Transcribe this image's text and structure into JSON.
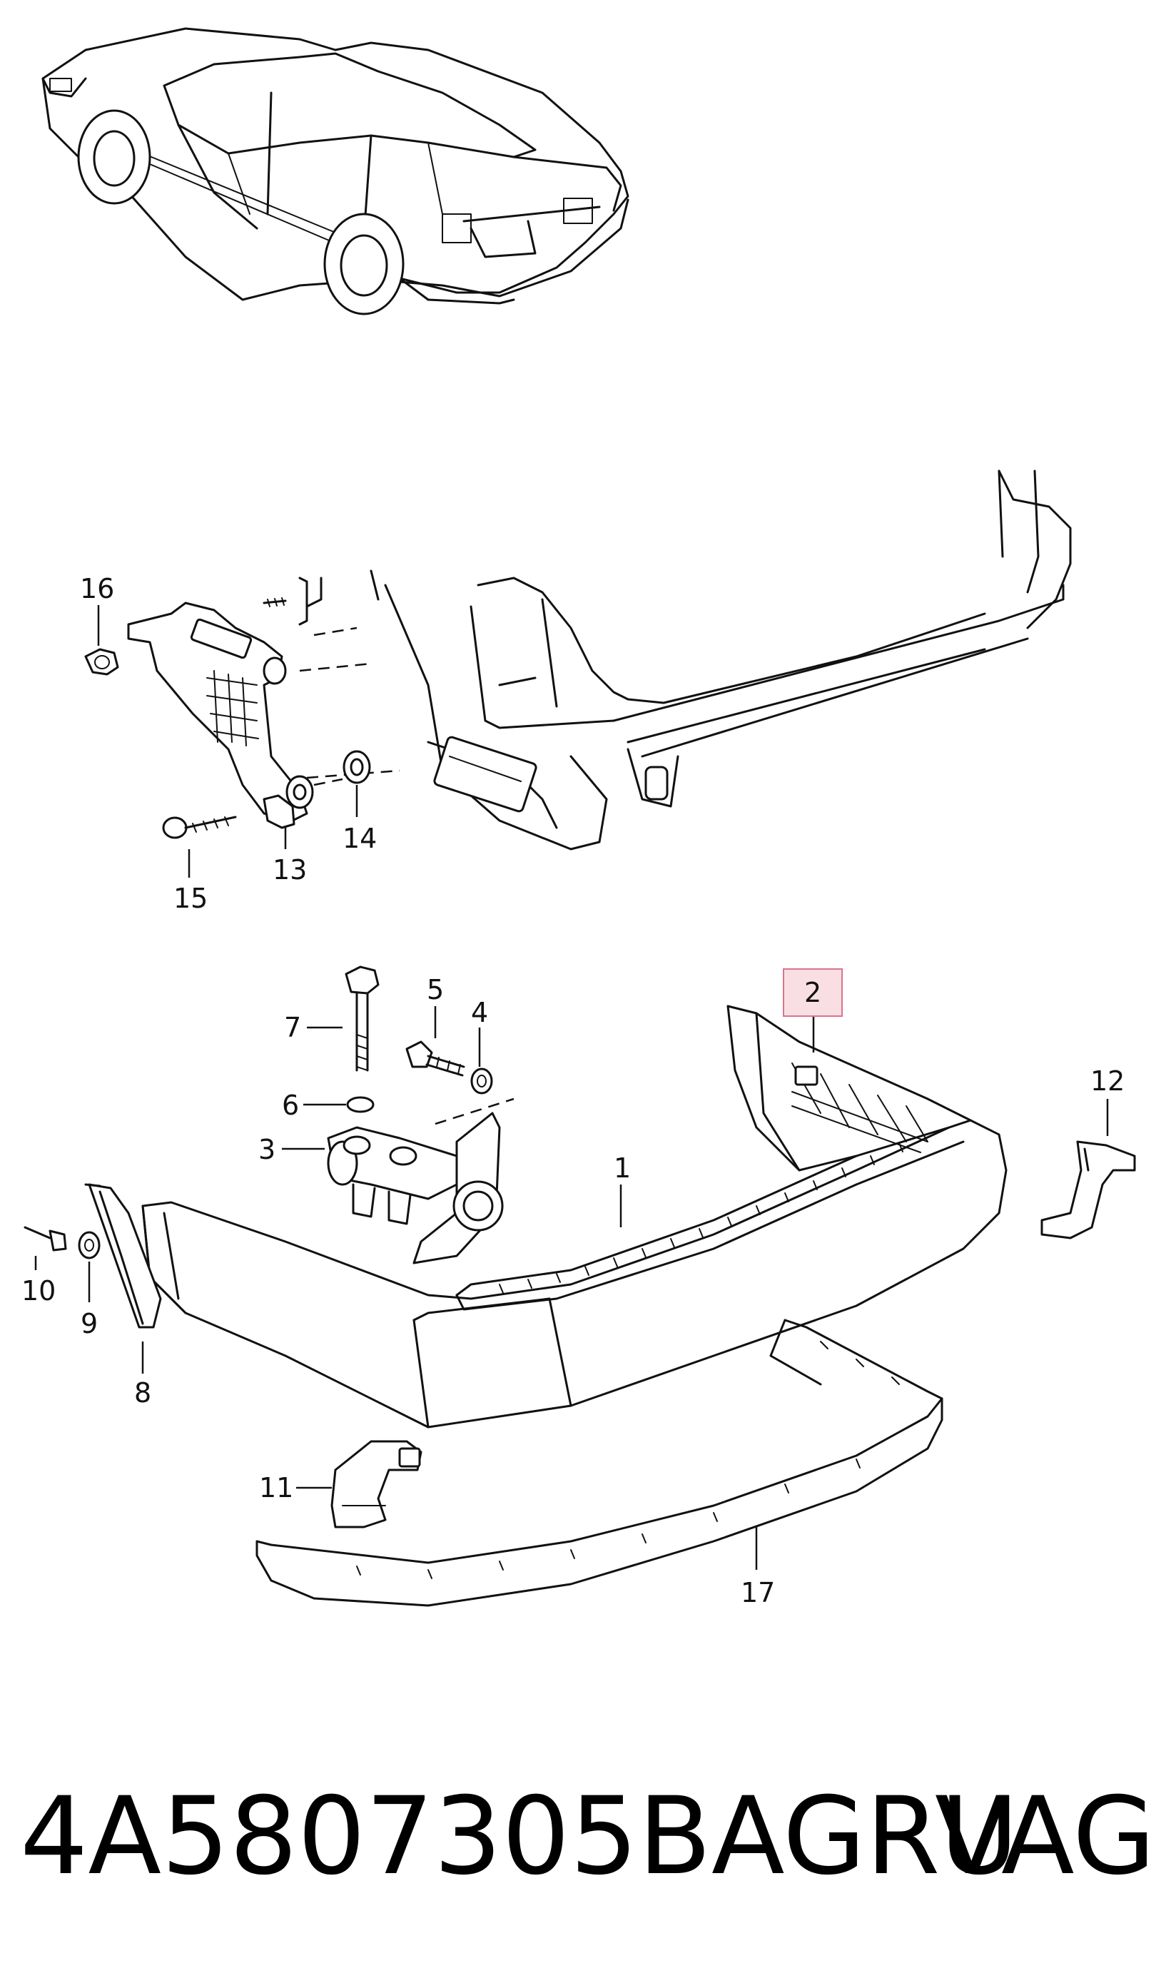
{
  "callouts": [
    {
      "id": "1",
      "label": "1"
    },
    {
      "id": "2",
      "label": "2",
      "highlighted": true
    },
    {
      "id": "3",
      "label": "3"
    },
    {
      "id": "4",
      "label": "4"
    },
    {
      "id": "5",
      "label": "5"
    },
    {
      "id": "6",
      "label": "6"
    },
    {
      "id": "7",
      "label": "7"
    },
    {
      "id": "8",
      "label": "8"
    },
    {
      "id": "9",
      "label": "9"
    },
    {
      "id": "10",
      "label": "10"
    },
    {
      "id": "11",
      "label": "11"
    },
    {
      "id": "12",
      "label": "12"
    },
    {
      "id": "13",
      "label": "13"
    },
    {
      "id": "14",
      "label": "14"
    },
    {
      "id": "15",
      "label": "15"
    },
    {
      "id": "16",
      "label": "16"
    },
    {
      "id": "17",
      "label": "17"
    }
  ],
  "footer": {
    "part_number": "4A5807305BAGRU",
    "brand": "VAG"
  },
  "colors": {
    "highlight_fill": "#f9dfe3",
    "highlight_stroke": "#d9748a",
    "line": "#111111"
  }
}
